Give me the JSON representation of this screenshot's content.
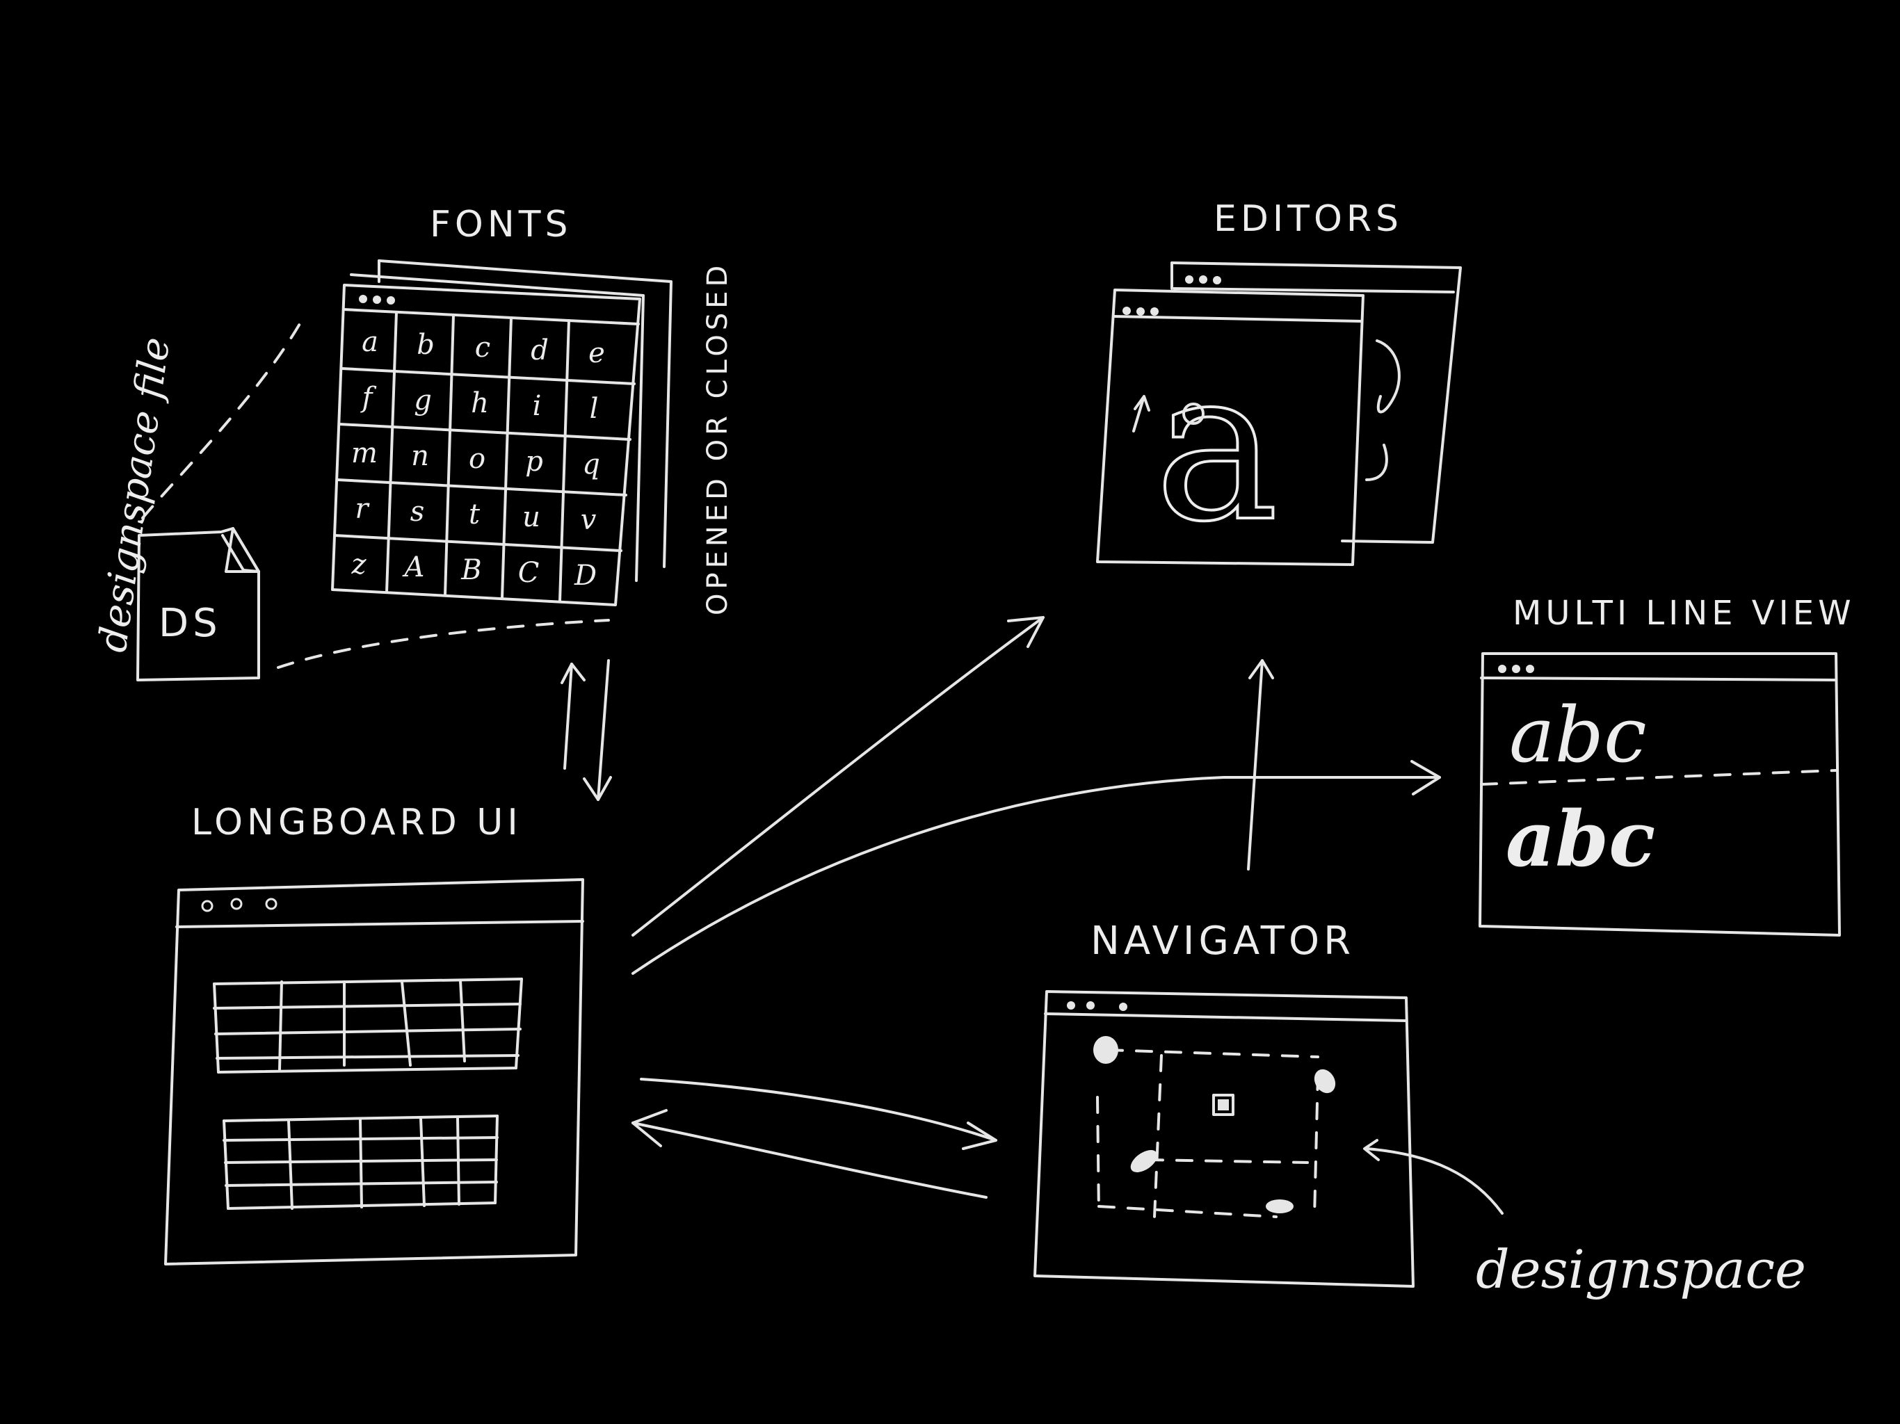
{
  "labels": {
    "fonts": "FONTS",
    "editors": "EDITORS",
    "multi_line_view": "MULTI LINE VIEW",
    "longboard_ui": "LONGBOARD UI",
    "navigator": "NAVIGATOR",
    "opened_or_closed": "OPENED OR CLOSED",
    "designspace_file": "designspace file",
    "designspace": "designspace",
    "ds": "DS"
  },
  "font_grid": [
    [
      "a",
      "b",
      "c",
      "d",
      "e"
    ],
    [
      "f",
      "g",
      "h",
      "i",
      "l"
    ],
    [
      "m",
      "n",
      "o",
      "p",
      "q"
    ],
    [
      "r",
      "s",
      "t",
      "u",
      "v"
    ],
    [
      "z",
      "A",
      "B",
      "C",
      "D"
    ]
  ],
  "editor_glyph": "a",
  "multi_line_rows": [
    "abc",
    "abc"
  ]
}
